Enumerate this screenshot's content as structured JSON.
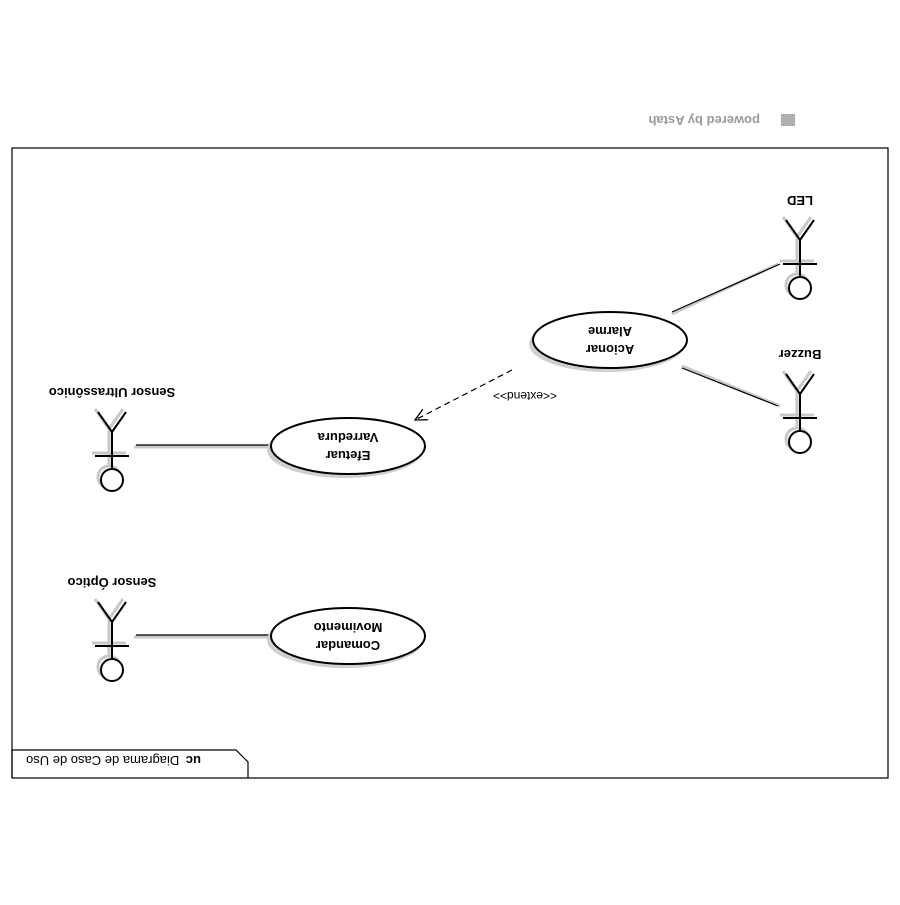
{
  "watermark": "powered by Astah",
  "frame": {
    "kind": "uc",
    "name": "Diagrama de Caso de Uso"
  },
  "actors": {
    "sensor_ultrassonico": "Sensor Ultrassônico",
    "sensor_optico": "Sensor Óptico",
    "led": "LED",
    "buzzer": "Buzzer"
  },
  "use_cases": {
    "efetuar_varredura": [
      "Efetuar",
      "Varredura"
    ],
    "comandar_movimento": [
      "Comandar",
      "Movimento"
    ],
    "acionar_alarme": [
      "Acionar",
      "Alarme"
    ]
  },
  "relations": {
    "extend_label": "<<extend>>"
  },
  "colors": {
    "ink": "#000000",
    "shadow": "#c8c8c8",
    "watermark": "#9a9a9a"
  }
}
